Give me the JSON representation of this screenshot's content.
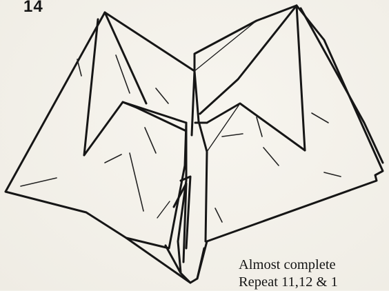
{
  "step": {
    "number": "14"
  },
  "caption": {
    "line1": "Almost complete",
    "line2": "Repeat 11,12 & 1"
  },
  "diagram": {
    "subject": "origami fold model, nearly complete",
    "ink_color": "#161616",
    "paper_color": "#f4f2ec"
  }
}
